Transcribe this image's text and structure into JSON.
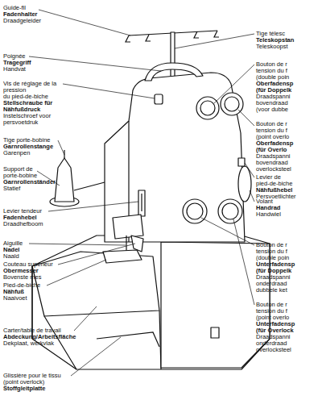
{
  "diagram": {
    "labels": [
      "Guide-fil",
      "Fadenhalter",
      "Draadgeleider",
      "Poignée",
      "Tragegriff",
      "Handvat",
      "Vis de réglage de la",
      "pression",
      "du pied-de-biche",
      "Stellschraube für",
      "Nähfußdruck",
      "Instelschroef voor",
      "persvoetdruk",
      "Tige porte-bobine",
      "Garnrollenstange",
      "Garenpen",
      "Support de",
      "porte-bobine",
      "Garnrollenständer",
      "Statief",
      "Levier tendeur",
      "Fadenhebel",
      "Draadhefboom",
      "Aiguille",
      "Nadel",
      "Naald",
      "Couteau supérieur",
      "Obermesser",
      "Bovenste mes",
      "Pied-de-biche",
      "Nähfuß",
      "Naaivoet",
      "Carter/table de travail",
      "Abdeckung/Arbeitsfläche",
      "Dekplaat, werkvlak",
      "Glissière pour le tissu",
      "(point overlock)",
      "Stoffgleitplatte",
      "Tige télesc",
      "Teleskopstan",
      "Teleskoopst",
      "Bouton de r",
      "tension du f",
      "(double poin",
      "Oberfadensp",
      "(für Doppelk",
      "Draadspanni",
      "bovendraad",
      "(voor dubbe",
      "Bouton de r",
      "tension du f",
      "(point overlo",
      "Oberfadensp",
      "(für Overlo",
      "Draadspanni",
      "bovendraad",
      "overlocksteel",
      "Levier de",
      "pied-de-biche",
      "Nähfußhebel",
      "Persvoetlichter",
      "Volant",
      "Handrad",
      "Handwiel",
      "Bouton de r",
      "tension du f",
      "(double poin",
      "Unterfadensp",
      "(für Doppelk",
      "Draadspanni",
      "onderdraad",
      "dubbele ket",
      "Bouton de r",
      "tension du f",
      "(point overlo",
      "Unterfadensp",
      "(für Overlock",
      "Draadspanni",
      "onderdraad",
      "overlocksteel"
    ]
  }
}
